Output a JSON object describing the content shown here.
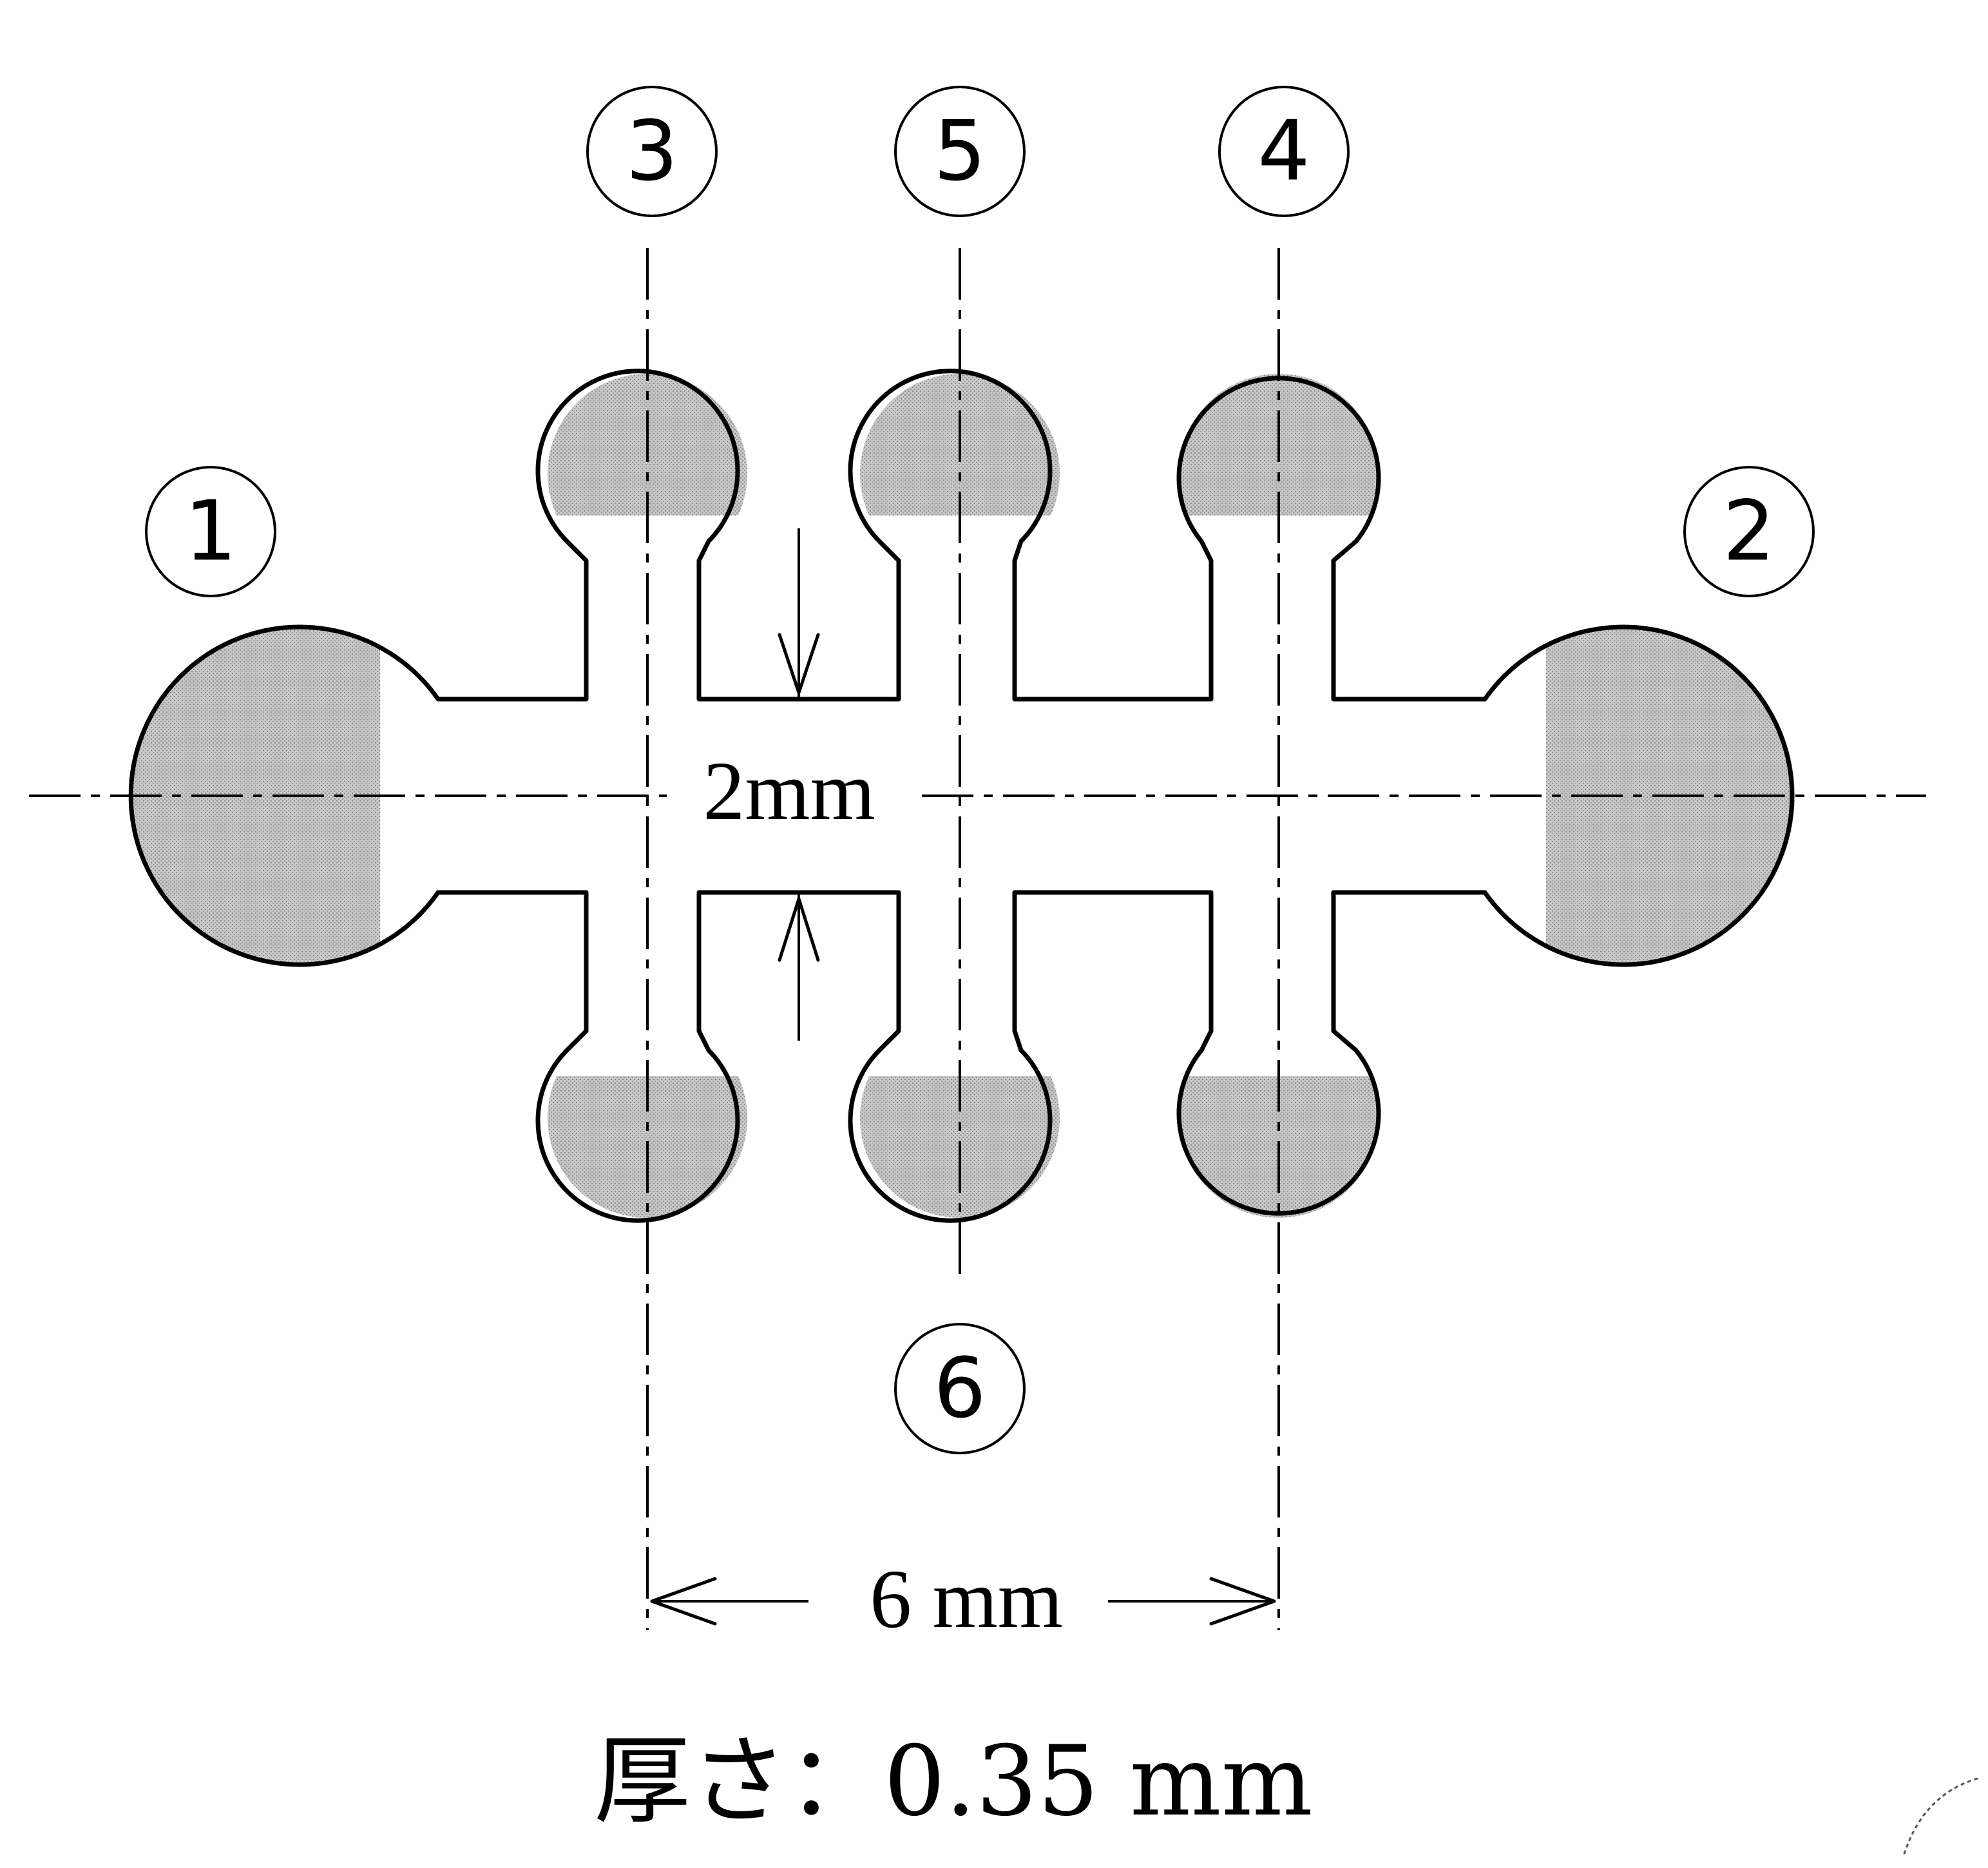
{
  "electrodes": [
    {
      "id": "e1",
      "label": "1"
    },
    {
      "id": "e2",
      "label": "2"
    },
    {
      "id": "e3",
      "label": "3"
    },
    {
      "id": "e4",
      "label": "4"
    },
    {
      "id": "e5",
      "label": "5"
    },
    {
      "id": "e6",
      "label": "6"
    }
  ],
  "dimensions": {
    "channel_width": "2mm",
    "electrode_spacing": "6 mm"
  },
  "caption": "厚さ：0.35 mm",
  "colors": {
    "outline": "#000000",
    "pad_fill": "#bdbdbd",
    "background": "#ffffff"
  }
}
